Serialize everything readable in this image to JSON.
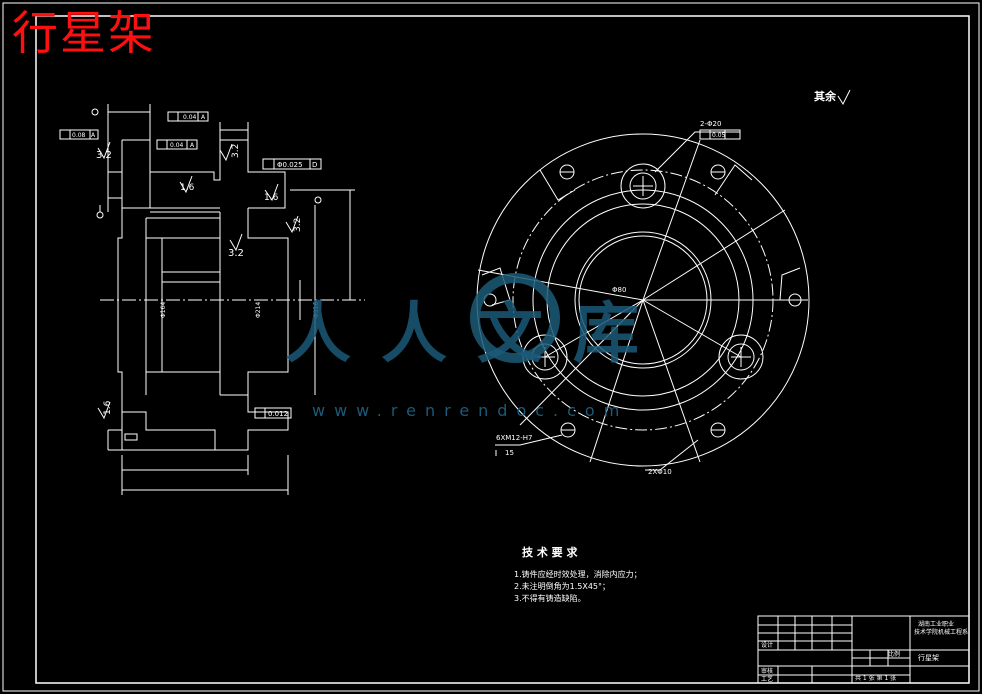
{
  "title": "行星架",
  "roughness_note": "其余",
  "watermark": {
    "text_cn": "人人文库",
    "url": "www.renrendoc.com",
    "color": "#1c5a78"
  },
  "tech_req": {
    "heading": "技 术 要 求",
    "items": [
      "1.铸件应经时效处理，消除内应力；",
      "2.未注明倒角为1.5X45°；",
      "3.不得有铸造缺陷。"
    ]
  },
  "left_view": {
    "tolerances": [
      "0.04",
      "0.04",
      "0.08",
      "Φ0.025"
    ],
    "datums": [
      "A",
      "A",
      "A",
      "D"
    ],
    "roughness": [
      "3.2",
      "3.2",
      "1.6",
      "1.6",
      "3.2",
      "3.2",
      "1.6"
    ],
    "runout": "0.012",
    "dims": [
      "Φ164",
      "Φ214",
      "Φ316"
    ]
  },
  "front_view": {
    "hole_callout_top": "2-Φ20",
    "hole_callout_tol": "0.05",
    "thread_callout": "6XM12-H7",
    "thread_depth": "15",
    "pin_callout": "2XΦ10",
    "center_label": "Φ80"
  },
  "title_block": {
    "school_line1": "湖南工业职业",
    "school_line2": "技术学院机械工程系",
    "part_name": "行星架",
    "row_labels": [
      "设计",
      "审核",
      "工艺"
    ],
    "scale_label": "比例",
    "sheet_info": "共 1 张  第 1 张"
  }
}
